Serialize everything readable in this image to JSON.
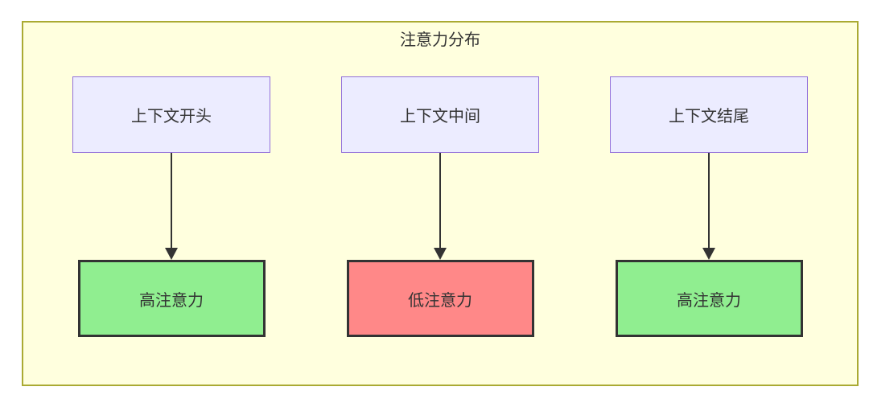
{
  "diagram": {
    "title": "注意力分布",
    "columns": [
      {
        "source": "上下文开头",
        "result": "高注意力",
        "level": "high"
      },
      {
        "source": "上下文中间",
        "result": "低注意力",
        "level": "low"
      },
      {
        "source": "上下文结尾",
        "result": "高注意力",
        "level": "high"
      }
    ],
    "colors": {
      "container_fill": "#ffffde",
      "container_border": "#aaaa33",
      "source_fill": "#ececff",
      "source_border": "#9370db",
      "high_attention_fill": "#90ee90",
      "low_attention_fill": "#ff8888",
      "result_border": "#333333",
      "arrow": "#333333",
      "text": "#333333"
    }
  }
}
